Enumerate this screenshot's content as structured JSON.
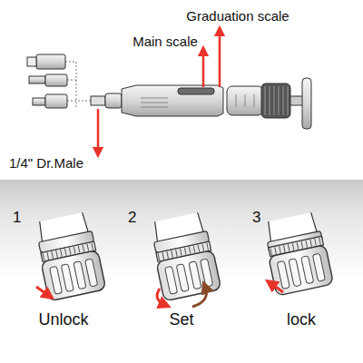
{
  "diagram": {
    "labels": [
      "Graduation scale",
      "Main scale",
      "1/4\" Dr.Male",
      "1",
      "Unlock",
      "2",
      "Set",
      "3",
      "lock"
    ]
  }
}
